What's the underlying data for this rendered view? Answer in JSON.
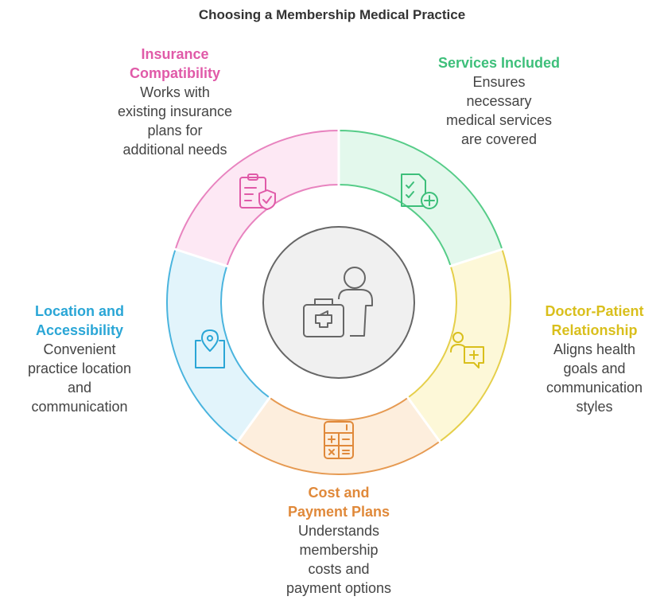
{
  "title": "Choosing a Membership Medical Practice",
  "center": {
    "icon": "doctor-medical-kit-icon"
  },
  "segments": [
    {
      "key": "insurance",
      "title": "Insurance Compatibility",
      "title_lines": [
        "Insurance",
        "Compatibility"
      ],
      "desc_lines": [
        "Works with",
        "existing insurance",
        "plans for",
        "additional needs"
      ],
      "icon": "clipboard-shield-icon",
      "color": "#e05aa8",
      "fill": "#fde8f4",
      "stroke": "#e883bf"
    },
    {
      "key": "services",
      "title": "Services Included",
      "title_lines": [
        "Services Included"
      ],
      "desc_lines": [
        "Ensures",
        "necessary",
        "medical services",
        "are covered"
      ],
      "icon": "checklist-plus-icon",
      "color": "#3dbf7a",
      "fill": "#e3f8ec",
      "stroke": "#56cc88"
    },
    {
      "key": "doctor",
      "title": "Doctor-Patient Relationship",
      "title_lines": [
        "Doctor-Patient",
        "Relationship"
      ],
      "desc_lines": [
        "Aligns health",
        "goals and",
        "communication",
        "styles"
      ],
      "icon": "user-chat-plus-icon",
      "color": "#d9bf1c",
      "fill": "#fdf8d8",
      "stroke": "#e5cf4a"
    },
    {
      "key": "cost",
      "title": "Cost and Payment Plans",
      "title_lines": [
        "Cost and",
        "Payment Plans"
      ],
      "desc_lines": [
        "Understands",
        "membership",
        "costs and",
        "payment options"
      ],
      "icon": "calculator-icon",
      "color": "#e0893a",
      "fill": "#fdeedd",
      "stroke": "#e69a52"
    },
    {
      "key": "location",
      "title": "Location and Accessibility",
      "title_lines": [
        "Location and",
        "Accessibility"
      ],
      "desc_lines": [
        "Convenient",
        "practice location",
        "and",
        "communication"
      ],
      "icon": "map-pin-icon",
      "color": "#2aa6d6",
      "fill": "#e2f4fb",
      "stroke": "#4ab4de"
    }
  ]
}
